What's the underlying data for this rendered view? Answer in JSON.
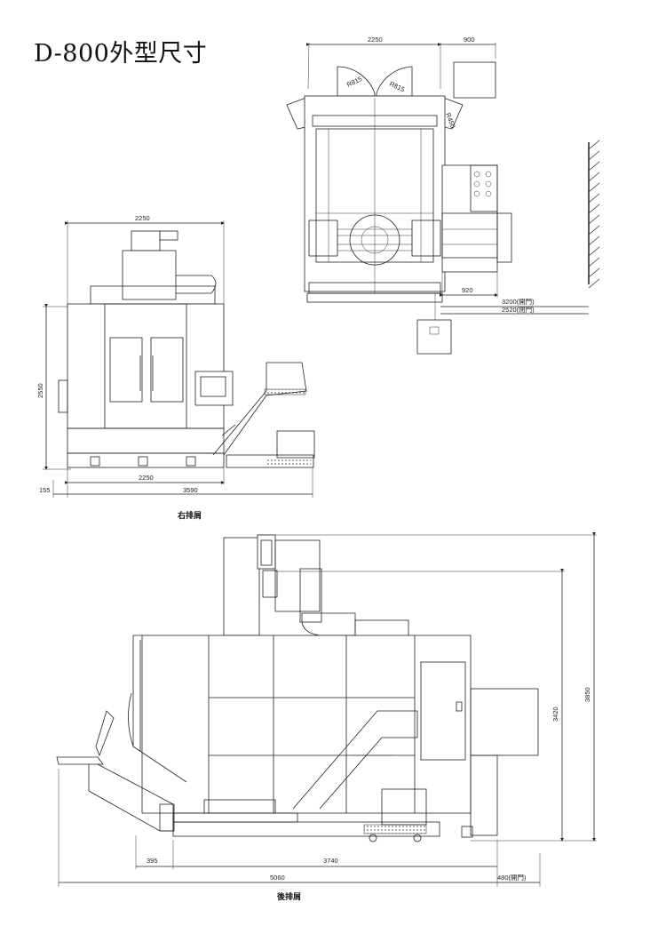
{
  "title": "D-800外型尺寸",
  "top_view": {
    "dim_width": "2250",
    "dim_side": "900",
    "dim_r1": "R815",
    "dim_r2": "R815",
    "dim_r3": "R450",
    "dim_920": "920",
    "dim_3200": "3200(開門)",
    "dim_2520": "2520(閉門)"
  },
  "front_view": {
    "dim_top": "2250",
    "dim_height": "2550",
    "dim_base": "2250",
    "dim_155": "155",
    "dim_3590": "3590",
    "caption": "右排屑"
  },
  "side_view": {
    "dim_3420": "3420",
    "dim_3850": "3850",
    "dim_395": "395",
    "dim_3740": "3740",
    "dim_5060": "5060",
    "dim_480": "480(開門)",
    "caption": "後排屑"
  }
}
